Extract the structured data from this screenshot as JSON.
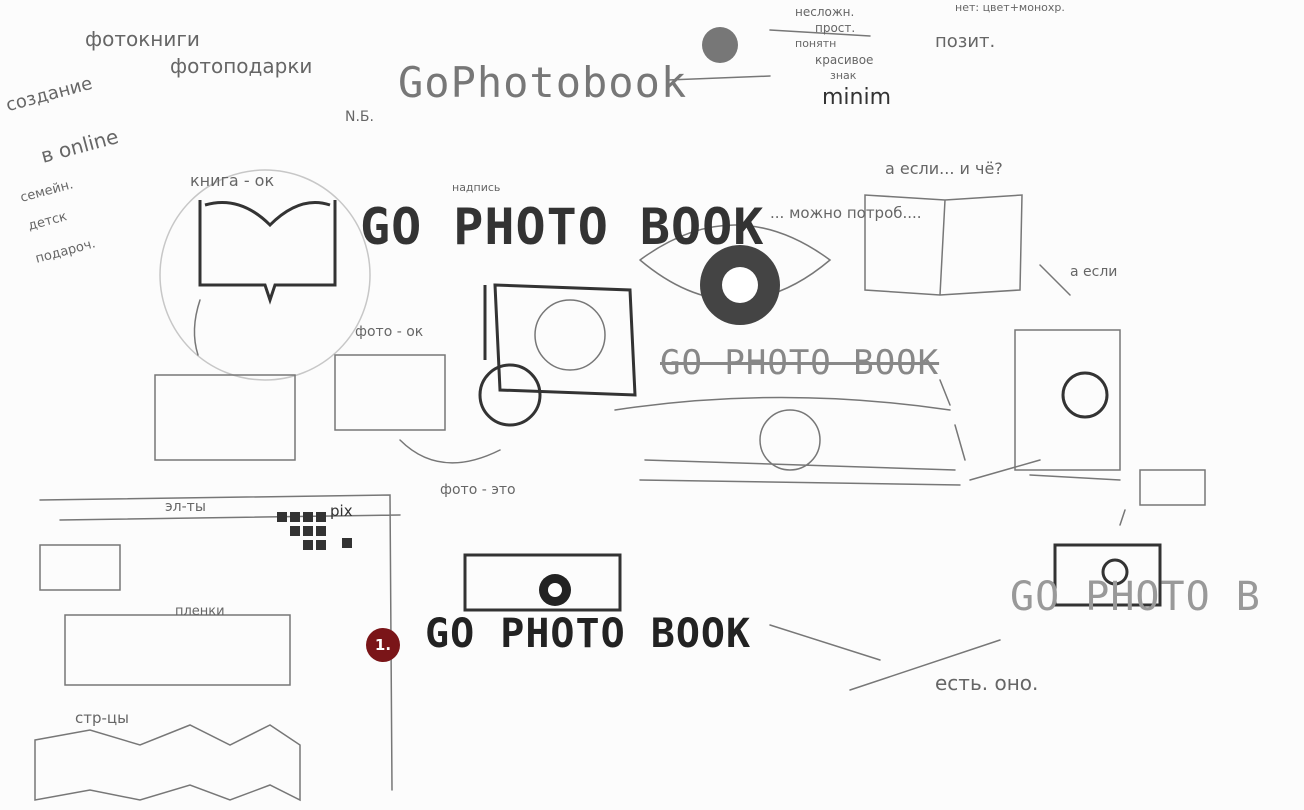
{
  "notes": {
    "fotoknigi": "фотокниги",
    "fotopodarki": "фотоподарки",
    "sozdanie": "создание",
    "v_online": "в online",
    "semein": "семейн.",
    "detsk": "детск",
    "podaroch": "подароч.",
    "nb": "N.Б.",
    "neslozhn": "несложн.",
    "prost": "прост.",
    "ponyatn": "понятн",
    "krasivoe": "красивое",
    "znak": "знак",
    "minim": "minim",
    "net_cvet": "нет: цвет+монохр.",
    "pozit": "позит.",
    "kniga_ok": "книга - ок",
    "nadpis": "надпись",
    "mozhno": "... можно потроб....",
    "a_esli_1": "а если... и чё?",
    "a_esli_2": "а если",
    "foto_ok": "фото - ок",
    "foto_eto": "фото - это",
    "elty": "эл-ты",
    "pix": "pix",
    "plenki": "пленки",
    "str_cy": "стр-цы",
    "est_ono": "есть. оно."
  },
  "logos": {
    "top": "GoPhotobook",
    "main": "GO PHOTO BOOK",
    "struck": "GO PHOTO BOOK",
    "final": "GO PHOTO BOOK",
    "right": "GO PHOTO B"
  },
  "badge": {
    "label": "1.",
    "color": "#7a1518"
  }
}
